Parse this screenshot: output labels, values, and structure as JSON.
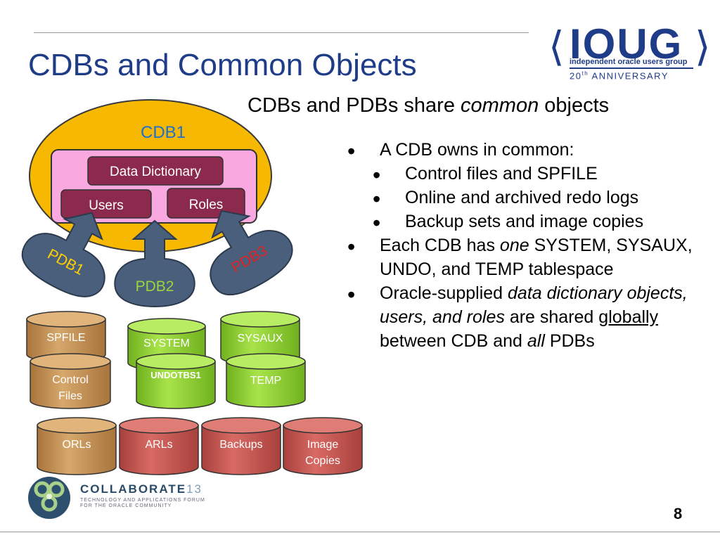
{
  "slide": {
    "title": "CDBs and Common Objects",
    "subtitle_pre": "CDBs and PDBs share ",
    "subtitle_em": "common",
    "subtitle_post": " objects",
    "page_number": "8"
  },
  "logo": {
    "left_bracket": "⟨",
    "word": "IOUG",
    "right_bracket": "⟩",
    "tagline": "independent oracle users group",
    "anniv_num": "20",
    "anniv_sup": "th",
    "anniv_rest": " ANNIVERSARY"
  },
  "footer_logo": {
    "name": "COLLABORATE",
    "number": "13",
    "line1": "TECHNOLOGY AND APPLICATIONS FORUM",
    "line2": "FOR THE ORACLE COMMUNITY"
  },
  "diagram": {
    "cdb_label": "CDB1",
    "data_dictionary": "Data Dictionary",
    "users": "Users",
    "roles": "Roles",
    "pdb1": "PDB1",
    "pdb2": "PDB2",
    "pdb3": "PDB3",
    "spfile": "SPFILE",
    "control_files_1": "Control",
    "control_files_2": "Files",
    "system": "SYSTEM",
    "sysaux": "SYSAUX",
    "undotbs1": "UNDOTBS1",
    "temp": "TEMP",
    "orls": "ORLs",
    "arls": "ARLs",
    "backups": "Backups",
    "image_copies_1": "Image",
    "image_copies_2": "Copies",
    "colors": {
      "cdb_fill": "#f6b800",
      "pink": "#f9a8e0",
      "maroon": "#8b2a4c",
      "pdb_fill": "#4a5f7c",
      "tan": "#c9955a",
      "green": "#9bd63c",
      "red": "#c8534f"
    }
  },
  "bullets": {
    "b1": "A CDB owns in common:",
    "b1a": "Control files and SPFILE",
    "b1b": "Online and archived redo logs",
    "b1c": "Backup sets and image copies",
    "b2_pre": "Each CDB has ",
    "b2_em": "one",
    "b2_post": " SYSTEM, SYSAUX, UNDO, and TEMP tablespace",
    "b3_pre": "Oracle-supplied ",
    "b3_em": "data dictionary objects, users, and roles",
    "b3_mid": " are shared ",
    "b3_u": "globally ",
    "b3_mid2": "between CDB and ",
    "b3_em2": "all",
    "b3_post": " PDBs"
  }
}
